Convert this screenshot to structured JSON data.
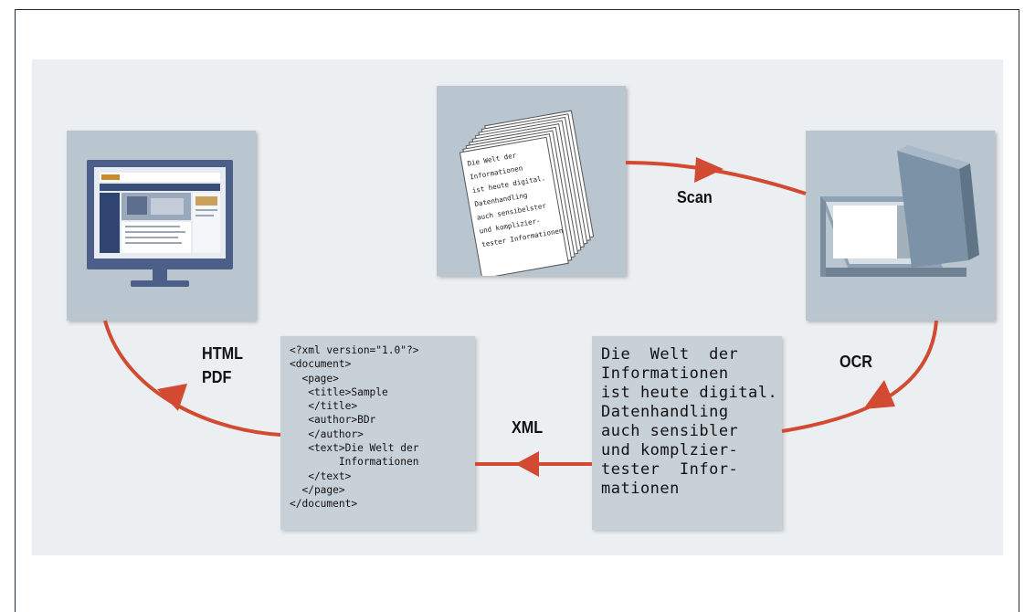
{
  "labels": {
    "scan": "Scan",
    "ocr": "OCR",
    "xml": "XML",
    "html": "HTML",
    "pdf": "PDF"
  },
  "paper_text": [
    "Die Welt der",
    "Informationen",
    "ist heute digital.",
    "Datenhandling",
    "auch sensibelster",
    "und komplizier-",
    "tester Informationen"
  ],
  "xml_code": [
    "<?xml version=\"1.0\"?>",
    "<document>",
    "  <page>",
    "   <title>Sample",
    "   </title>",
    "   <author>BDr",
    "   </author>",
    "   <text>Die Welt der",
    "        Informationen",
    "   </text>",
    "  </page>",
    "</document>"
  ],
  "ocr_text": [
    "Die  Welt  der",
    "Informationen",
    "ist heute digital.",
    "Datenhandling",
    "auch sensibler",
    "und komplzier-",
    "tester  Infor-",
    "mationen"
  ],
  "colors": {
    "arrow": "#d24a32",
    "tile": "#b9c5cf",
    "text_box": "#c9d1d8",
    "background_band": "#eceff2",
    "monitor_frame": "#4b5f88"
  },
  "icons": {
    "documents": "paper-stack-icon",
    "scanner": "scanner-icon",
    "monitor": "monitor-icon"
  }
}
